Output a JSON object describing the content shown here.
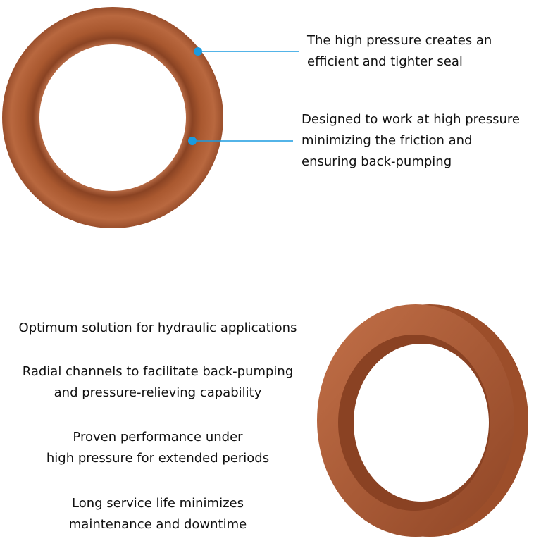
{
  "colors": {
    "seal": "#b0603a",
    "seal_dark": "#7e3a1e",
    "accent": "#1a9be0"
  },
  "callouts": [
    {
      "lines": [
        "The high pressure creates an",
        "efficient and tighter seal"
      ]
    },
    {
      "lines": [
        "Designed to work at high pressure",
        "minimizing the friction and",
        "ensuring back-pumping"
      ]
    }
  ],
  "features": [
    {
      "lines": [
        "Optimum solution for hydraulic applications"
      ]
    },
    {
      "lines": [
        "Radial channels to facilitate back-pumping",
        "and pressure-relieving capability"
      ]
    },
    {
      "lines": [
        "Proven performance under",
        "high pressure for extended periods"
      ]
    },
    {
      "lines": [
        "Long service life minimizes",
        "maintenance and downtime"
      ]
    }
  ]
}
